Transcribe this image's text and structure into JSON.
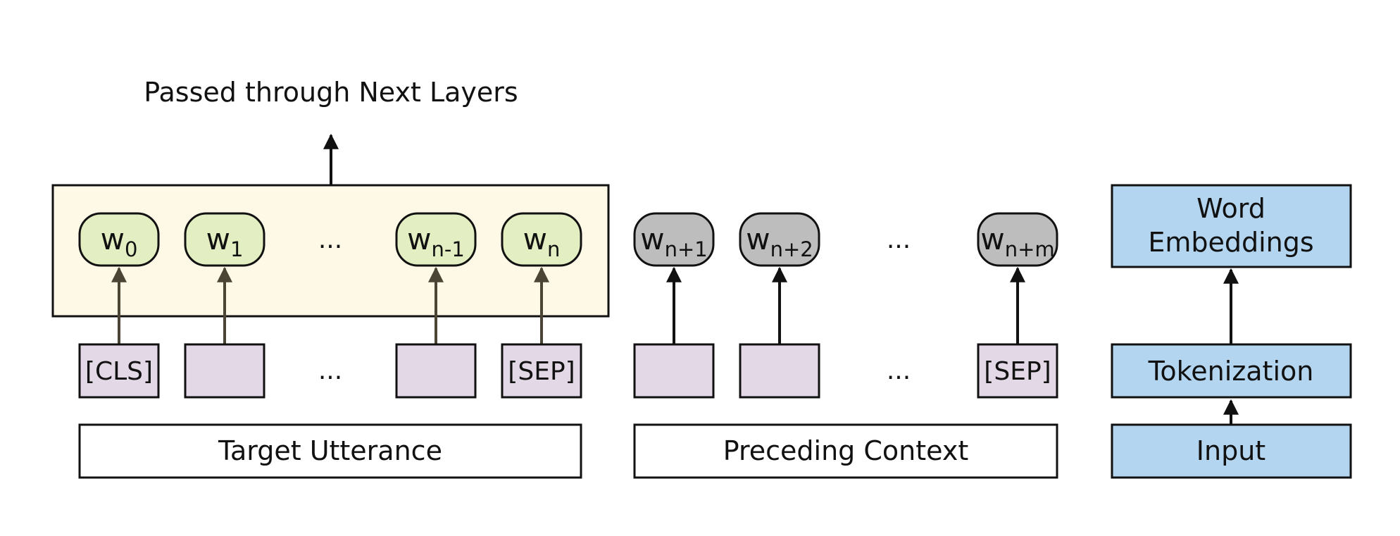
{
  "top_label": "Passed through Next Layers",
  "target": {
    "words": [
      {
        "base": "w",
        "sub": "0"
      },
      {
        "base": "w",
        "sub": "1"
      },
      {
        "base": "w",
        "sub": "n-1"
      },
      {
        "base": "w",
        "sub": "n"
      }
    ],
    "tokens": [
      "[CLS]",
      "",
      "",
      "[SEP]"
    ],
    "ellipsis": "...",
    "label": "Target Utterance"
  },
  "context": {
    "words": [
      {
        "base": "w",
        "sub": "n+1"
      },
      {
        "base": "w",
        "sub": "n+2"
      },
      {
        "base": "w",
        "sub": "n+m"
      }
    ],
    "tokens": [
      "",
      "",
      "[SEP]"
    ],
    "ellipsis": "...",
    "label": "Preceding Context"
  },
  "legend": {
    "embeddings_line1": "Word",
    "embeddings_line2": "Embeddings",
    "tokenization": "Tokenization",
    "input": "Input"
  },
  "colors": {
    "target_panel": "#fdf9e6",
    "target_word": "#e3efc2",
    "context_word": "#bdbdbd",
    "token": "#e3d9e6",
    "pipeline": "#b3d5ef",
    "target_arrow": "#4a4535",
    "stroke": "#111111"
  }
}
